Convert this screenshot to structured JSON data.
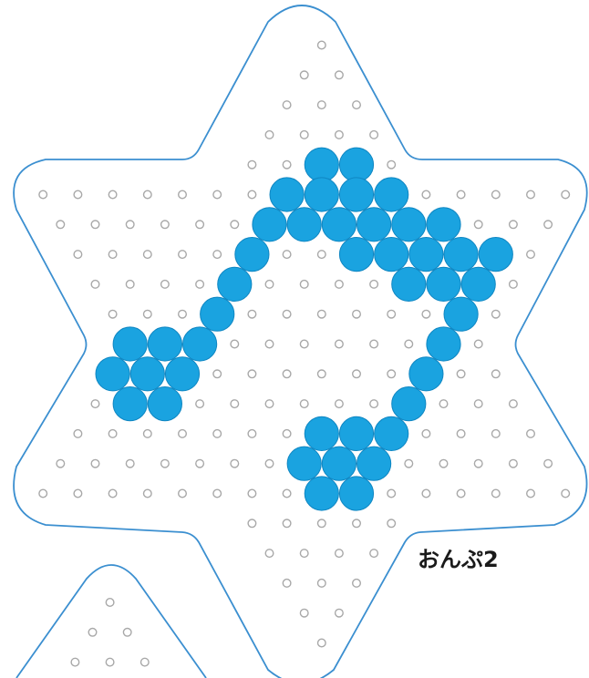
{
  "title": "おんぷ2",
  "colors": {
    "bead": "#1aa3e0",
    "bead_edge": "#0f86c2",
    "outline": "#3b8fd0",
    "peg": "#a8a8a8",
    "background": "#ffffff"
  },
  "board": {
    "shape": "six-pointed-star",
    "peg_rows": [
      {
        "row": 0,
        "cols": [
          9
        ]
      },
      {
        "row": 1,
        "cols": [
          8.5,
          9.5
        ]
      },
      {
        "row": 2,
        "cols": [
          8,
          9,
          10
        ]
      },
      {
        "row": 3,
        "cols": [
          7.5,
          8.5,
          9.5,
          10.5
        ]
      },
      {
        "row": 4,
        "cols": [
          7,
          8,
          9,
          10,
          11
        ]
      },
      {
        "row": 5,
        "cols": [
          1,
          2,
          3,
          4,
          5,
          6,
          7,
          8,
          9,
          10,
          11,
          12,
          13,
          14,
          15,
          16
        ]
      },
      {
        "row": 6,
        "cols": [
          1.5,
          2.5,
          3.5,
          4.5,
          5.5,
          6.5,
          7.5,
          8.5,
          9.5,
          10.5,
          11.5,
          12.5,
          13.5,
          14.5,
          15.5
        ]
      },
      {
        "row": 7,
        "cols": [
          2,
          3,
          4,
          5,
          6,
          7,
          8,
          9,
          10,
          11,
          12,
          13,
          14,
          15
        ]
      },
      {
        "row": 8,
        "cols": [
          2.5,
          3.5,
          4.5,
          5.5,
          6.5,
          7.5,
          8.5,
          9.5,
          10.5,
          11.5,
          12.5,
          13.5,
          14.5
        ]
      },
      {
        "row": 9,
        "cols": [
          3,
          4,
          5,
          6,
          7,
          8,
          9,
          10,
          11,
          12,
          13,
          14
        ]
      },
      {
        "row": 10,
        "cols": [
          3.5,
          4.5,
          5.5,
          6.5,
          7.5,
          8.5,
          9.5,
          10.5,
          11.5,
          12.5,
          13.5
        ]
      },
      {
        "row": 11,
        "cols": [
          3,
          4,
          5,
          6,
          7,
          8,
          9,
          10,
          11,
          12,
          13,
          14
        ]
      },
      {
        "row": 12,
        "cols": [
          2.5,
          3.5,
          4.5,
          5.5,
          6.5,
          7.5,
          8.5,
          9.5,
          10.5,
          11.5,
          12.5,
          13.5,
          14.5
        ]
      },
      {
        "row": 13,
        "cols": [
          2,
          3,
          4,
          5,
          6,
          7,
          8,
          9,
          10,
          11,
          12,
          13,
          14,
          15
        ]
      },
      {
        "row": 14,
        "cols": [
          1.5,
          2.5,
          3.5,
          4.5,
          5.5,
          6.5,
          7.5,
          8.5,
          9.5,
          10.5,
          11.5,
          12.5,
          13.5,
          14.5,
          15.5
        ]
      },
      {
        "row": 15,
        "cols": [
          1,
          2,
          3,
          4,
          5,
          6,
          7,
          8,
          9,
          10,
          11,
          12,
          13,
          14,
          15,
          16
        ]
      },
      {
        "row": 16,
        "cols": [
          7,
          8,
          9,
          10,
          11
        ]
      },
      {
        "row": 17,
        "cols": [
          7.5,
          8.5,
          9.5,
          10.5
        ]
      },
      {
        "row": 18,
        "cols": [
          8,
          9,
          10
        ]
      },
      {
        "row": 19,
        "cols": [
          8.5,
          9.5
        ]
      },
      {
        "row": 20,
        "cols": [
          9
        ]
      }
    ],
    "beads": [
      {
        "row": 4,
        "cols": [
          9,
          10
        ]
      },
      {
        "row": 5,
        "cols": [
          8,
          9,
          10,
          11
        ]
      },
      {
        "row": 6,
        "cols": [
          7.5,
          8.5,
          9.5,
          10.5,
          11.5,
          12.5
        ]
      },
      {
        "row": 7,
        "cols": [
          7,
          10,
          11,
          12,
          13,
          14
        ]
      },
      {
        "row": 8,
        "cols": [
          6.5,
          11.5,
          12.5,
          13.5
        ]
      },
      {
        "row": 9,
        "cols": [
          6,
          13
        ]
      },
      {
        "row": 10,
        "cols": [
          3.5,
          4.5,
          5.5,
          12.5
        ]
      },
      {
        "row": 11,
        "cols": [
          3,
          4,
          5,
          12
        ]
      },
      {
        "row": 12,
        "cols": [
          3.5,
          4.5,
          11.5
        ]
      },
      {
        "row": 13,
        "cols": [
          9,
          10,
          11
        ]
      },
      {
        "row": 14,
        "cols": [
          8.5,
          9.5,
          10.5
        ]
      },
      {
        "row": 15,
        "cols": [
          9,
          10
        ]
      }
    ]
  },
  "second_board": {
    "peg_rows": [
      {
        "row": 0,
        "cols": [
          3
        ]
      },
      {
        "row": 1,
        "cols": [
          2.5,
          3.5
        ]
      },
      {
        "row": 2,
        "cols": [
          2,
          3,
          4
        ]
      }
    ]
  }
}
